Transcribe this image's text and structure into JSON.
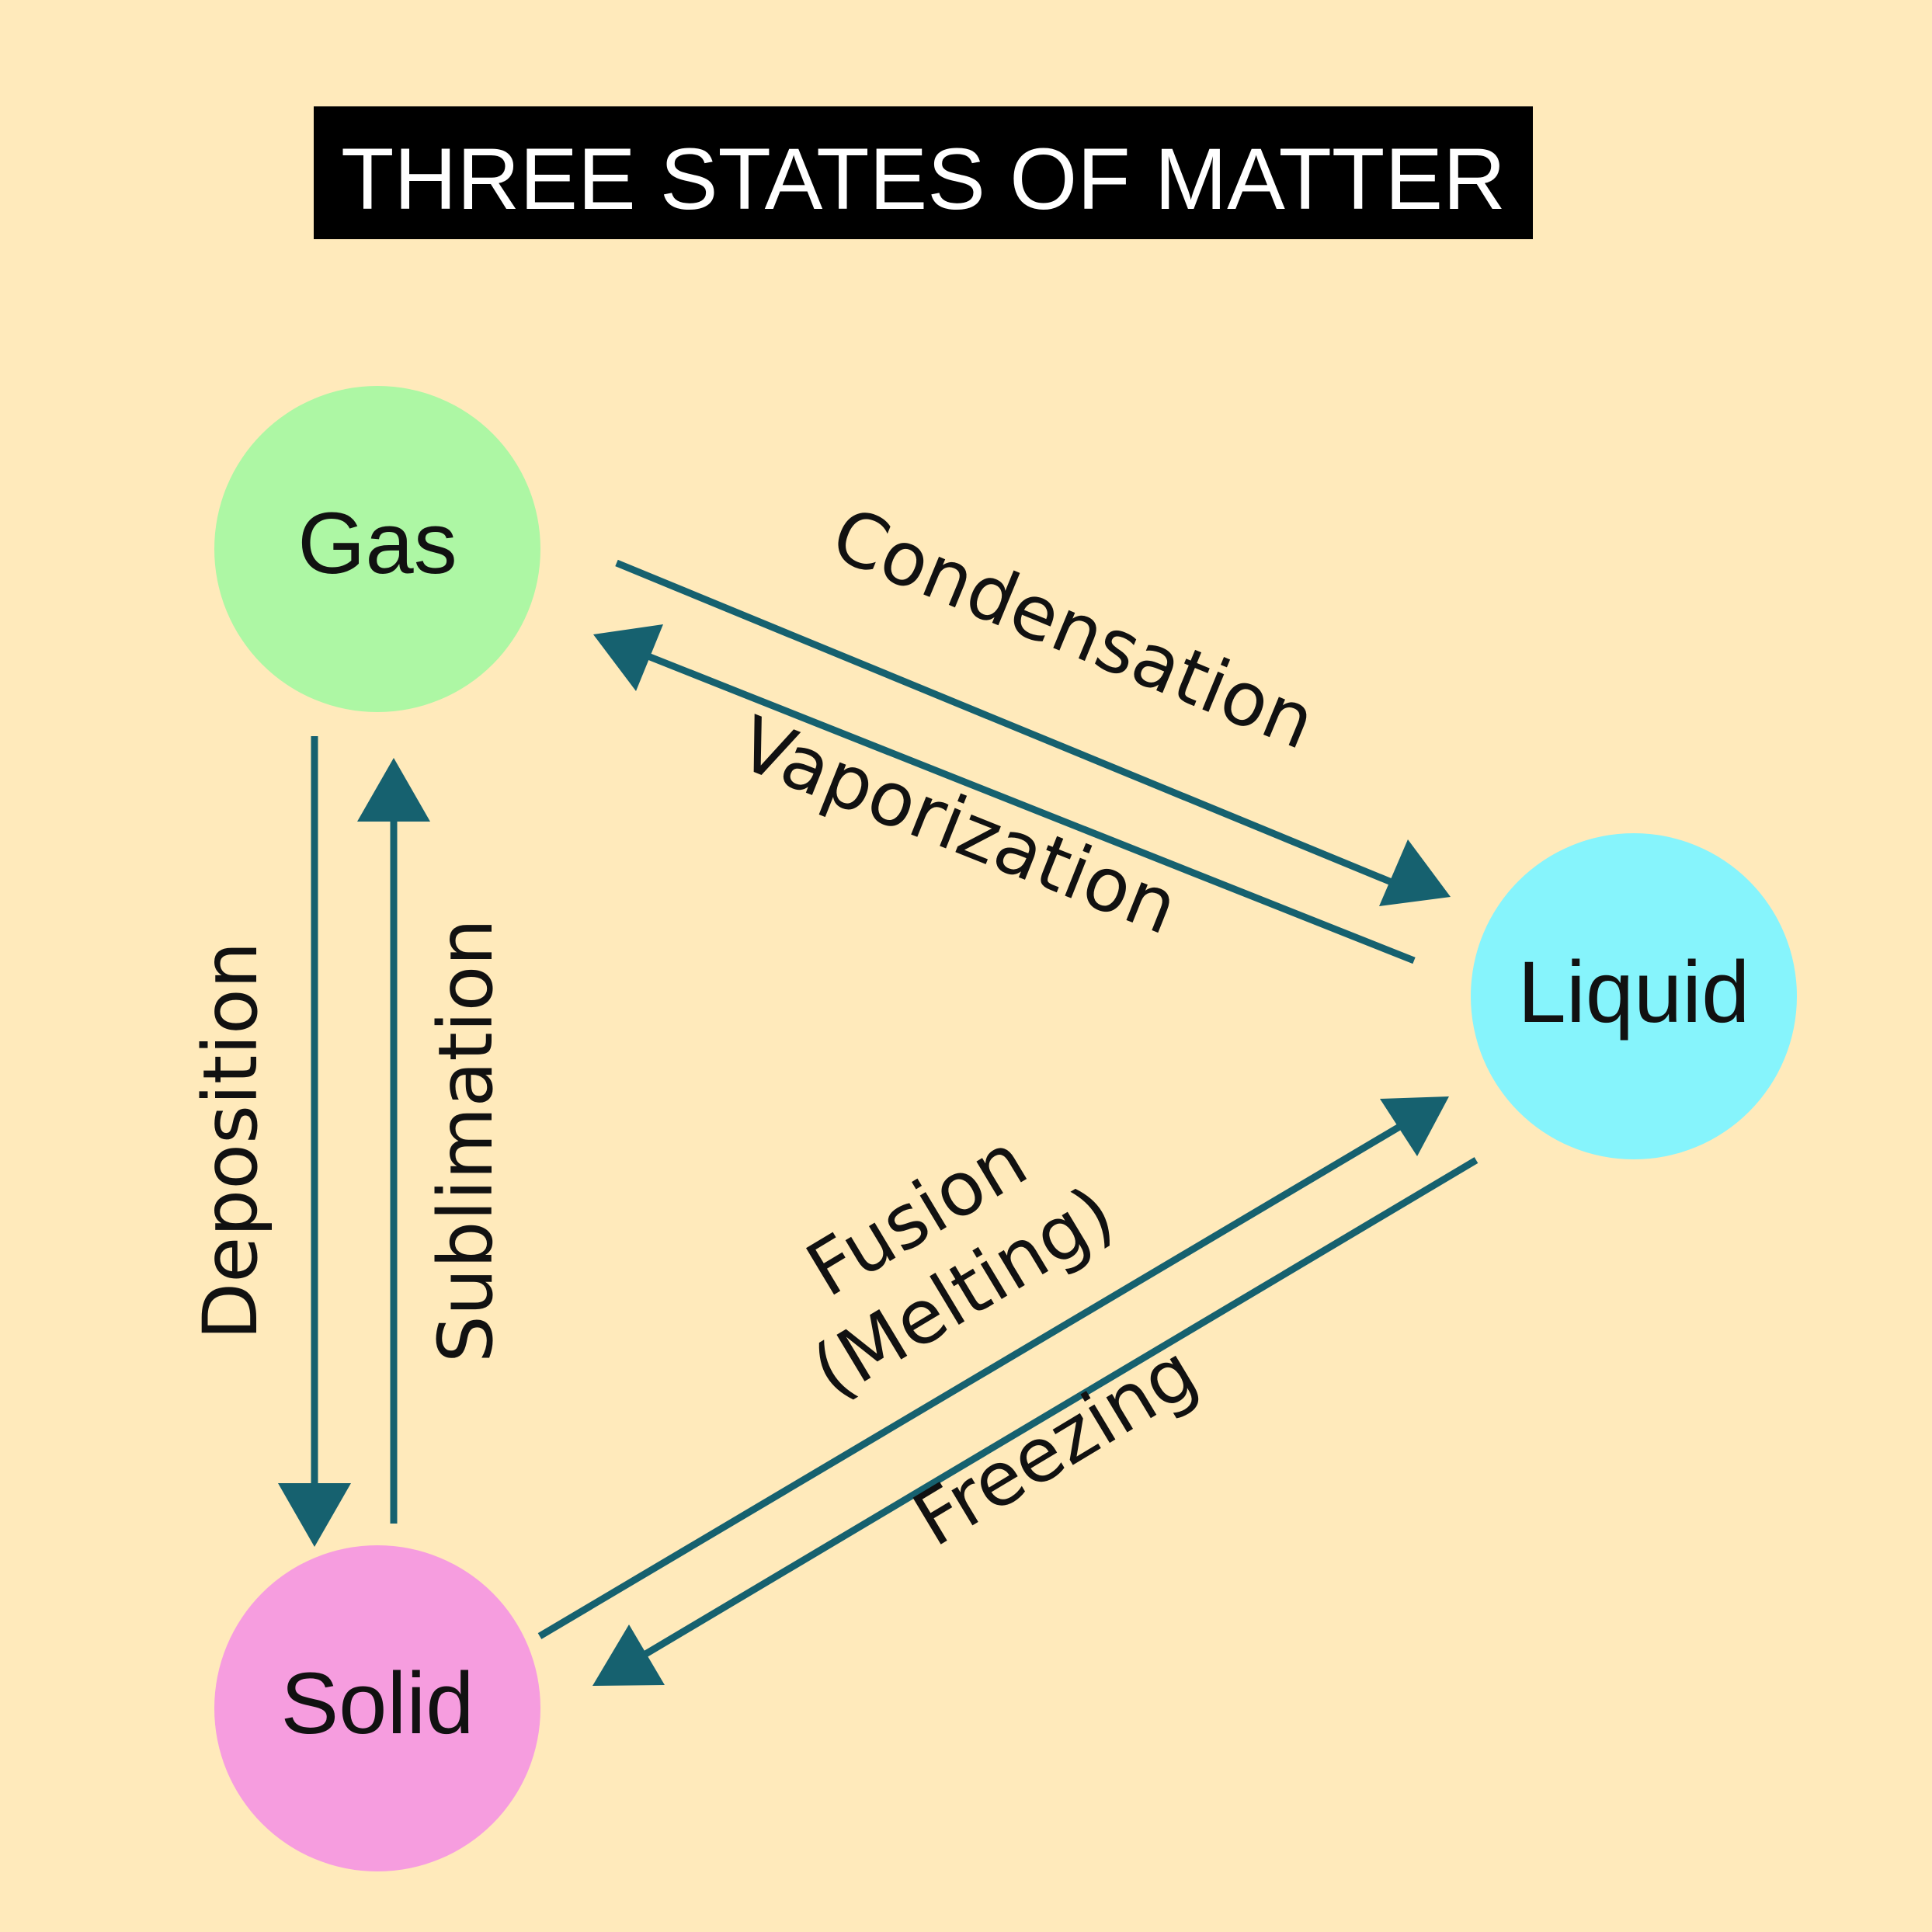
{
  "title": "THREE STATES OF MATTER",
  "colors": {
    "background": "#FFEABB",
    "title_box": "#000000",
    "arrow": "#16616F",
    "gas": "#ADF7A4",
    "liquid": "#86F4FC",
    "solid": "#F69DDF"
  },
  "nodes": {
    "gas": "Gas",
    "liquid": "Liquid",
    "solid": "Solid"
  },
  "transitions": {
    "condensation": "Condensation",
    "vaporization": "Vaporization",
    "deposition": "Deposition",
    "sublimation": "Sublimation",
    "fusion_line1": "Fusion",
    "fusion_line2": "(Melting)",
    "freezing": "Freezing"
  }
}
